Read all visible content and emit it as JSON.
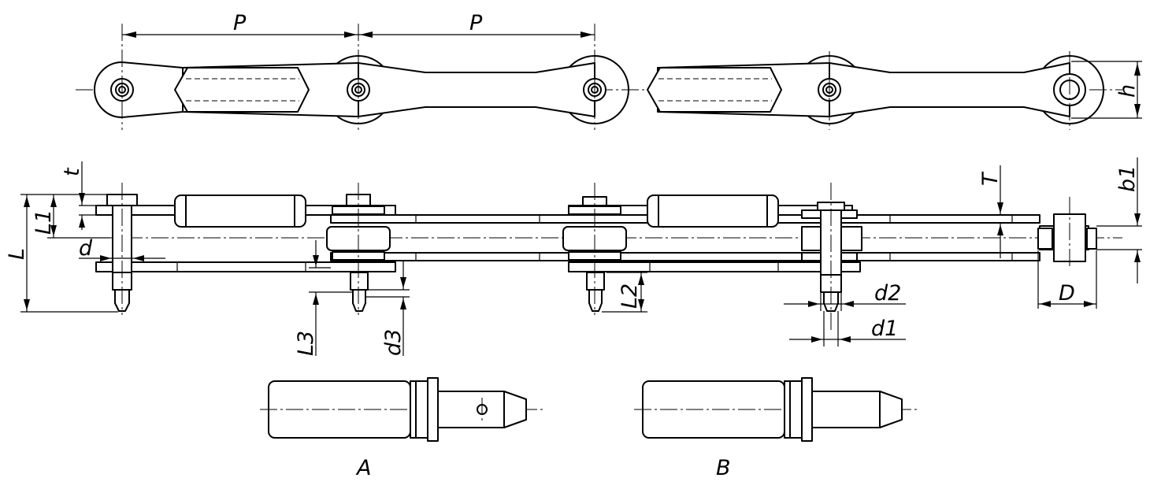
{
  "labels": {
    "pitch": "P",
    "height": "h",
    "t": "t",
    "L1": "L1",
    "L": "L",
    "d": "d",
    "T": "T",
    "b1": "b1",
    "L2": "L2",
    "L3": "L3",
    "d3": "d3",
    "d2": "d2",
    "d1": "d1",
    "D": "D",
    "pin_a": "A",
    "pin_b": "B"
  },
  "colors": {
    "line": "#000000",
    "background": "#ffffff"
  }
}
